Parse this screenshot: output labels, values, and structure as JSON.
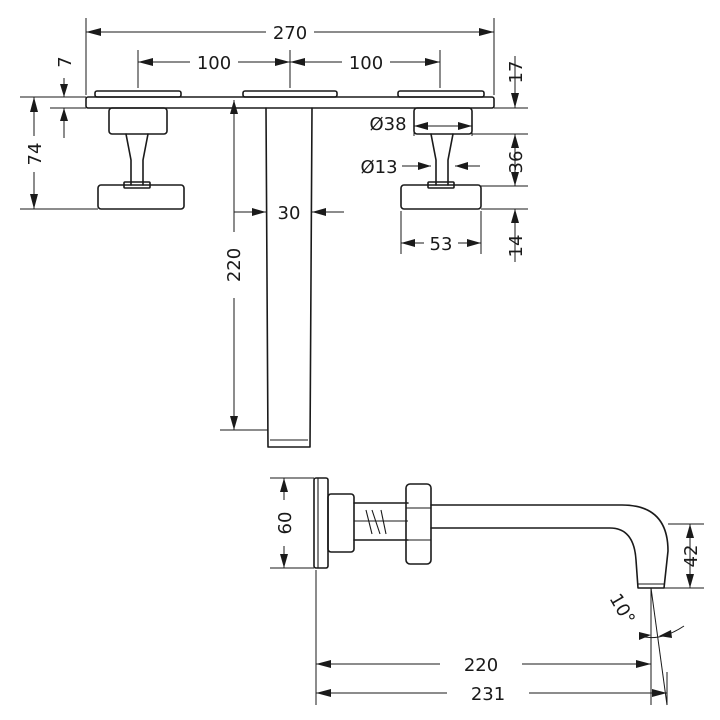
{
  "drawing": {
    "dimensions": {
      "overall_width": "270",
      "spacing_left": "100",
      "spacing_right": "100",
      "plate_offset_top": "7",
      "plate_thickness": "17",
      "handle_height": "74",
      "rosette_diameter": "Ø38",
      "stem_diameter": "Ø13",
      "stem_length": "36",
      "handle_thickness": "14",
      "handle_width": "53",
      "spout_width": "30",
      "spout_length": "220",
      "side_plate_height": "60",
      "spout_outlet_height": "42",
      "outlet_angle": "10°",
      "side_projection": "220",
      "side_total_projection": "231"
    }
  }
}
